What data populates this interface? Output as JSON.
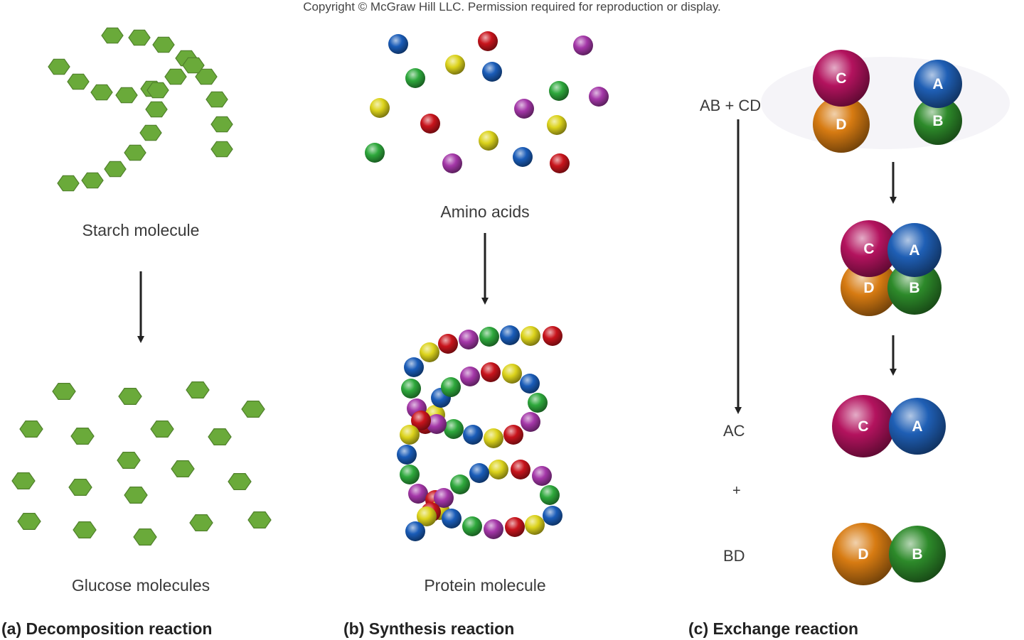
{
  "copyright": "Copyright © McGraw Hill LLC. Permission required for reproduction or display.",
  "panels": {
    "a": {
      "top_label": "Starch molecule",
      "bottom_label": "Glucose molecules",
      "caption": "(a) Decomposition reaction"
    },
    "b": {
      "top_label": "Amino acids",
      "bottom_label": "Protein molecule",
      "caption": "(b) Synthesis reaction"
    },
    "c": {
      "reactants": "AB + CD",
      "product1": "AC",
      "plus": "+",
      "product2": "BD",
      "caption": "(c) Exchange reaction",
      "atoms": {
        "A": "A",
        "B": "B",
        "C": "C",
        "D": "D"
      }
    }
  },
  "colors": {
    "glucose": "#6aaa3a",
    "atom_c": "#b3135e",
    "atom_d": "#d77b12",
    "atom_a": "#1f5fb5",
    "atom_b": "#2d8a2a",
    "amino_red": "#c8141c",
    "amino_yellow": "#dcd31c",
    "amino_green": "#2ea83c",
    "amino_blue": "#1a5cb8",
    "amino_purple": "#a437a8",
    "arrow": "#222222"
  }
}
